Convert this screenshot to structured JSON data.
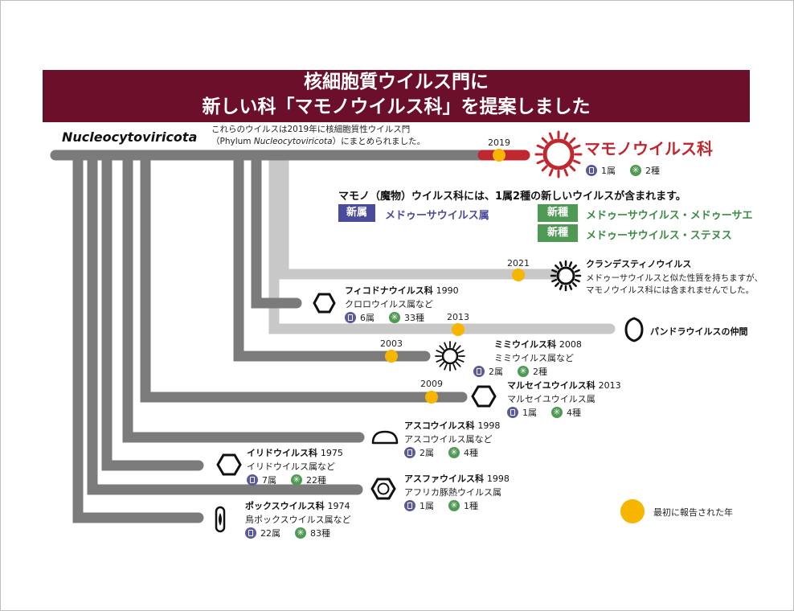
{
  "title": {
    "line1": "核細胞質ウイルス門に",
    "line2": "新しい科「マモノウイルス科」を提案しました"
  },
  "phylum_label": "Nucleocytoviricota",
  "phylum_note": {
    "line1": "これらのウイルスは2019年に核細胞質性ウイルス門",
    "line2_prefix": "（Phylum ",
    "line2_italic": "Nucleocytoviricota",
    "line2_suffix": "）にまとめられました。"
  },
  "mamonoviridae": {
    "name": "マモノウイルス科",
    "year": "2019",
    "genera": "1属",
    "species": "2種"
  },
  "headline": "マモノ（魔物）ウイルス科には、1属2種の新しいウイルスが含まれます。",
  "new_genus": {
    "tag": "新属",
    "name": "メドゥーサウイルス属"
  },
  "new_species": [
    {
      "tag": "新種",
      "name": "メドゥーサウイルス・メドゥーサエ"
    },
    {
      "tag": "新種",
      "name": "メドゥーサウイルス・ステヌス"
    }
  ],
  "clandestine": {
    "name": "クランデスティノウイルス",
    "year": "2021",
    "desc1": "メドゥーサウイルスと似た性質を持ちますが、",
    "desc2": "マモノウイルス科には含まれませんでした。"
  },
  "phycodna": {
    "name": "フィコドナウイルス科",
    "year": "1990",
    "sub": "クロロウイルス属など",
    "genera": "6属",
    "species": "33種"
  },
  "pandora": {
    "name": "パンドラウイルスの仲間",
    "year": "2013"
  },
  "mimi": {
    "name": "ミミウイルス科",
    "year": "2008",
    "first_year": "2003",
    "sub": "ミミウイルス属など",
    "genera": "2属",
    "species": "2種"
  },
  "marsei": {
    "name": "マルセイユウイルス科",
    "year": "2013",
    "first_year": "2009",
    "sub": "マルセイユウイルス属",
    "genera": "1属",
    "species": "4種"
  },
  "asco": {
    "name": "アスコウイルス科",
    "year": "1998",
    "sub": "アスコウイルス属など",
    "genera": "2属",
    "species": "4種"
  },
  "irido": {
    "name": "イリドウイルス科",
    "year": "1975",
    "sub": "イリドウイルス属など",
    "genera": "7属",
    "species": "22種"
  },
  "asfar": {
    "name": "アスファウイルス科",
    "year": "1998",
    "sub": "アフリカ豚熱ウイルス属",
    "genera": "1属",
    "species": "1種"
  },
  "pox": {
    "name": "ポックスウイルス科",
    "year": "1974",
    "sub": "鳥ポックスウイルス属など",
    "genera": "22属",
    "species": "83種"
  },
  "legend": "最初に報告された年",
  "colors": {
    "banner": "#6b0f2b",
    "branch": "#7b7b7b",
    "light_branch": "#c8c8c8",
    "mamono": "#c0282f",
    "year_dot": "#f7b500",
    "genus": "#4b4b9b",
    "species": "#4e9a55"
  }
}
